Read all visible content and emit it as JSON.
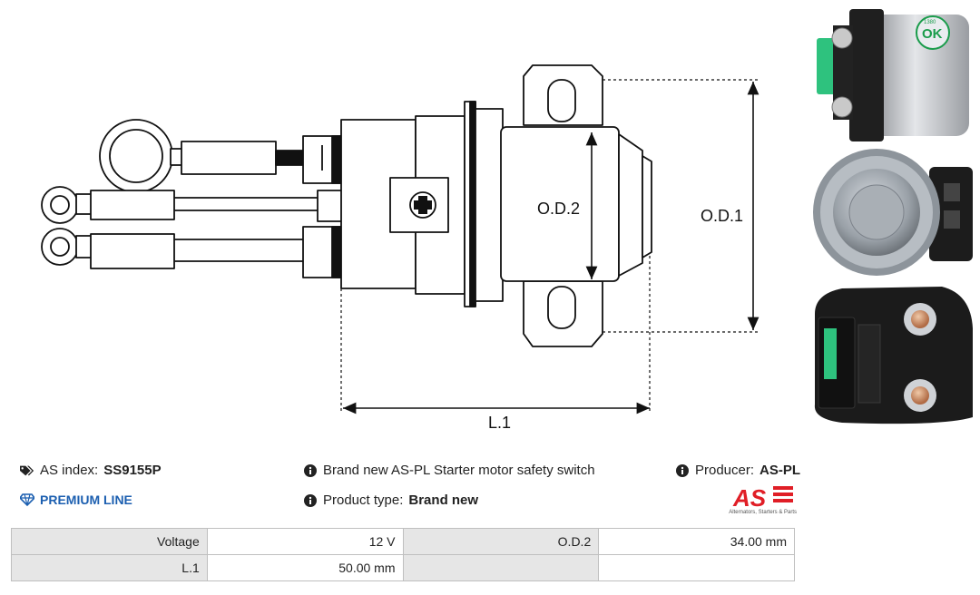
{
  "diagram": {
    "od1_label": "O.D.1",
    "od2_label": "O.D.2",
    "l1_label": "L.1"
  },
  "photos": {
    "badge_text": "OK",
    "badge_subtext": "1380"
  },
  "info": {
    "as_index_label": "AS index:",
    "as_index_value": "SS9155P",
    "premium_label": "PREMIUM LINE",
    "description": "Brand new AS-PL Starter motor safety switch",
    "product_type_label": "Product type:",
    "product_type_value": "Brand new",
    "producer_label": "Producer:",
    "producer_value": "AS-PL",
    "logo_text": "AS",
    "logo_tagline": "Alternators, Starters & Parts"
  },
  "specs": {
    "rows": [
      [
        "Voltage",
        "12 V",
        "O.D.2",
        "34.00 mm"
      ],
      [
        "L.1",
        "50.00 mm",
        "",
        ""
      ]
    ]
  },
  "colors": {
    "premium_blue": "#1c5fb0",
    "logo_red": "#e01e26",
    "label_cell_bg": "#e6e6e6"
  }
}
